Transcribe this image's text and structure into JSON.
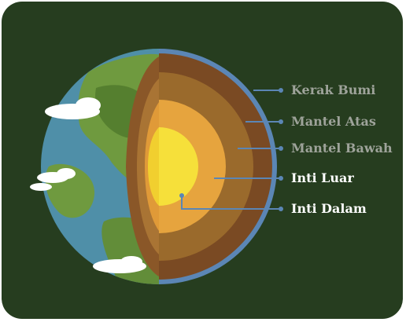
{
  "colors": {
    "background": "#263d1f",
    "label_muted": "#9ea39a",
    "label_bright": "#ffffff",
    "leader_line": "#5b86b5",
    "ocean": "#4f8fa8",
    "land": "#5f8a3a",
    "crust_rim": "#5b86b5",
    "mantle": "#9a6a2c",
    "outer_core": "#e6a43e",
    "inner_core": "#f6e03a"
  },
  "labels": [
    {
      "id": "kerak-bumi",
      "text": "Kerak Bumi",
      "tone": "muted"
    },
    {
      "id": "mantel-atas",
      "text": "Mantel Atas",
      "tone": "muted"
    },
    {
      "id": "mantel-bawah",
      "text": "Mantel Bawah",
      "tone": "muted"
    },
    {
      "id": "inti-luar",
      "text": "Inti Luar",
      "tone": "bright"
    },
    {
      "id": "inti-dalam",
      "text": "Inti Dalam",
      "tone": "bright"
    }
  ],
  "icons": [
    "earth-globe-icon",
    "cloud-icon"
  ]
}
